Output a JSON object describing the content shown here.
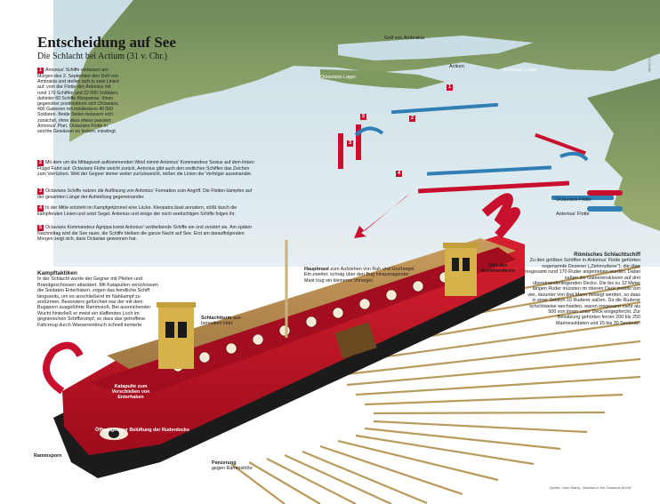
{
  "title": "Entscheidung auf See",
  "subtitle": "Die Schlacht bei Actium (31 v. Chr.)",
  "steps": [
    {
      "num": "1",
      "text": "Antonius' Schiffe verlassen am Morgen des 2. September den Golf von Ambrakia und stellen sich in zwei Linien auf: vom der Flotte des Antonius mit rund 170 Schiffen und 22 000 Soldaten, dahinter 60 Schiffe Kleopatras. Ihnen gegenüber positionieren sich Octavians 400 Galeeren mit mindestens 40 000 Soldaten. Beide Seiten belauern sich zunächst, ohne dass etwas passiert. Antonius' Plan, Octavians Flotte in seichte Gewässer zu locken, misslingt."
    },
    {
      "num": "2",
      "text": "Mit dem um die Mittagszeit aufkommenden Wind nimmt Antonius' Kommandeur Sosius auf dem linken Flügel Fahrt auf. Octavians Flotte weicht zurück, Antonius gibt auch den restlichen Schiffen das Zeichen zum Vorrücken. Weil der Gegner immer weiter zurückweicht, reißen die Linien der Verfolger auseinander."
    },
    {
      "num": "3",
      "text": "Octavians Schiffe nutzen die Auflösung von Antonius' Formation zum Angriff. Die Flotten kämpfen auf der gesamten Länge der Aufstellung gegeneinander."
    },
    {
      "num": "4",
      "text": "In der Mitte entsteht im Kampfgetümmel eine Lücke. Kleopatra lässt anrudern, stößt durch die kämpfenden Linien und setzt Segel. Antonius und einige der noch seetüchtigen Schiffe folgen ihr."
    },
    {
      "num": "5",
      "text": "Octavians Kommandeur Agrippa kreist Antonius' verbleibende Schiffe ein und zerstört sie. Am späten Nachmittag wird die See rauer, die Schiffe bleiben die ganze Nacht auf See. Erst am darauffolgenden Morgen zeigt sich, dass Octavian gewonnen hat."
    }
  ],
  "map": {
    "gulf": "Golf von Ambrakia",
    "actium": "Actium",
    "octavians_camp": "Octavians Lager",
    "antonius_camp": "Antonius' Lager",
    "octavians_fleet": "Octavians Flotte",
    "antonius_fleet": "Antonius' Flotte",
    "side_credit": "GEO-Grafik",
    "markers": [
      "1",
      "2",
      "3",
      "4",
      "5"
    ]
  },
  "labels": {
    "kampftaktiken_title": "Kampftaktiken",
    "kampftaktiken_text": "In der Schlacht wurde der Gegner mit Pfeilen und Brandgeschossen attackiert. Mit Katapulten verschossen die Soldaten Enterhaken, zogen das feindliche Schiff längsseits, um es anschließend im Nahkampf zu erstürmen. Besonders gefürchtet war der mit dem Bugsporn ausgeführte Rammstoß. Bei ausreichender Wucht hinterließ er meist ein klaffendes Loch im gegnerischen Schiffsrumpf, so dass das getroffene Fahrzeug durch Wassereinbruch schnell kenterte.",
    "hauptmast_title": "Hauptmast",
    "hauptmast_text": "zum Aufziehen von Rah und Großsegel. Ein zweiter, schräg über den Bug hinausragender Mast trug ein kleineres Vorsegel.",
    "roemisch_title": "Römisches Schlachtschiff",
    "roemisch_text": "Zu den größten Schiffen in Antonius' Flotte gehörten sogenannte Dezeren („Zehnruderer“), die über insgesamt rund 170 Ruder angetrieben wurden. Dabei saßen die Galeerensklaven auf drei übereinanderliegenden Decks. Die bis zu 12 Meter langen Ruder mussten im oberen Deck jeweils von vier, darunter von drei Mann bewegt werden, so dass in einer Sektion 10 Ruderer saßen. Da die Ruderer schichtweise wechselten, waren insgesamt mehr als 500 von ihnen unter Deck eingepfercht. Zur Besatzung gehörten ferner 200 bis 250 Marinesoldaten und 15 bis 30 Seeleute.",
    "schlachtturm_title": "Schlachtturm",
    "schlachtturm_text": "aus bemaltem Holz",
    "katapulte": "Katapulte zum Verschießen von Enterhaken",
    "oeffnungen": "Öffnungen zur Belüftung der Ruderdecks",
    "rammsporn": "Rammsporn",
    "panzerung_title": "Panzerung",
    "panzerung_text": "gegen Rammstöße",
    "sitz": "Sitz des Kommandeurs"
  },
  "source": "Quelle: John Warry, „Warfare in the Classical World“",
  "colors": {
    "hull_red": "#c8102e",
    "hull_black": "#1b1b1b",
    "deck_wood": "#b58a4f",
    "oar": "#b89a5c",
    "sea": "#cfe3ea",
    "land": "#8fa56b",
    "octavian": "#c8102e",
    "antonius": "#2f7fb5"
  }
}
